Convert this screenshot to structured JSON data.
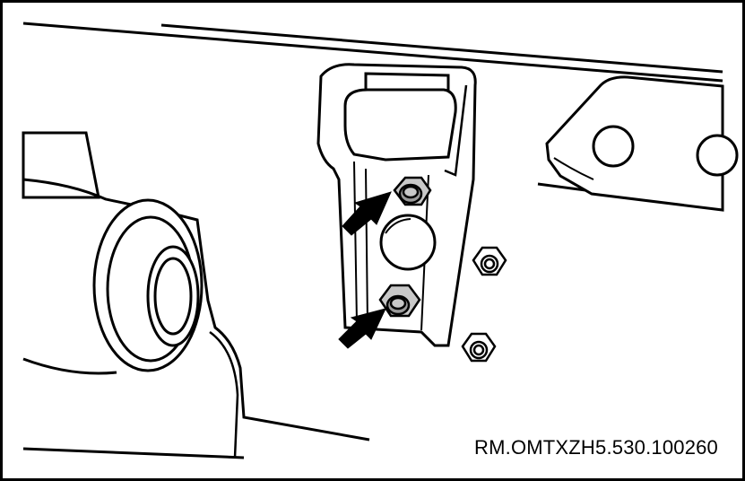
{
  "figure": {
    "reference_code": "RM.OMTXZH5.530.100260",
    "colors": {
      "line": "#000000",
      "background": "#ffffff",
      "bolt_fill": "#c8c8c8",
      "bolt_fill_dark": "#9a9a9a",
      "arrow": "#000000"
    },
    "callouts": [
      {
        "name": "upper-bolt",
        "indicator": "arrow"
      },
      {
        "name": "lower-bolt",
        "indicator": "arrow"
      }
    ]
  }
}
